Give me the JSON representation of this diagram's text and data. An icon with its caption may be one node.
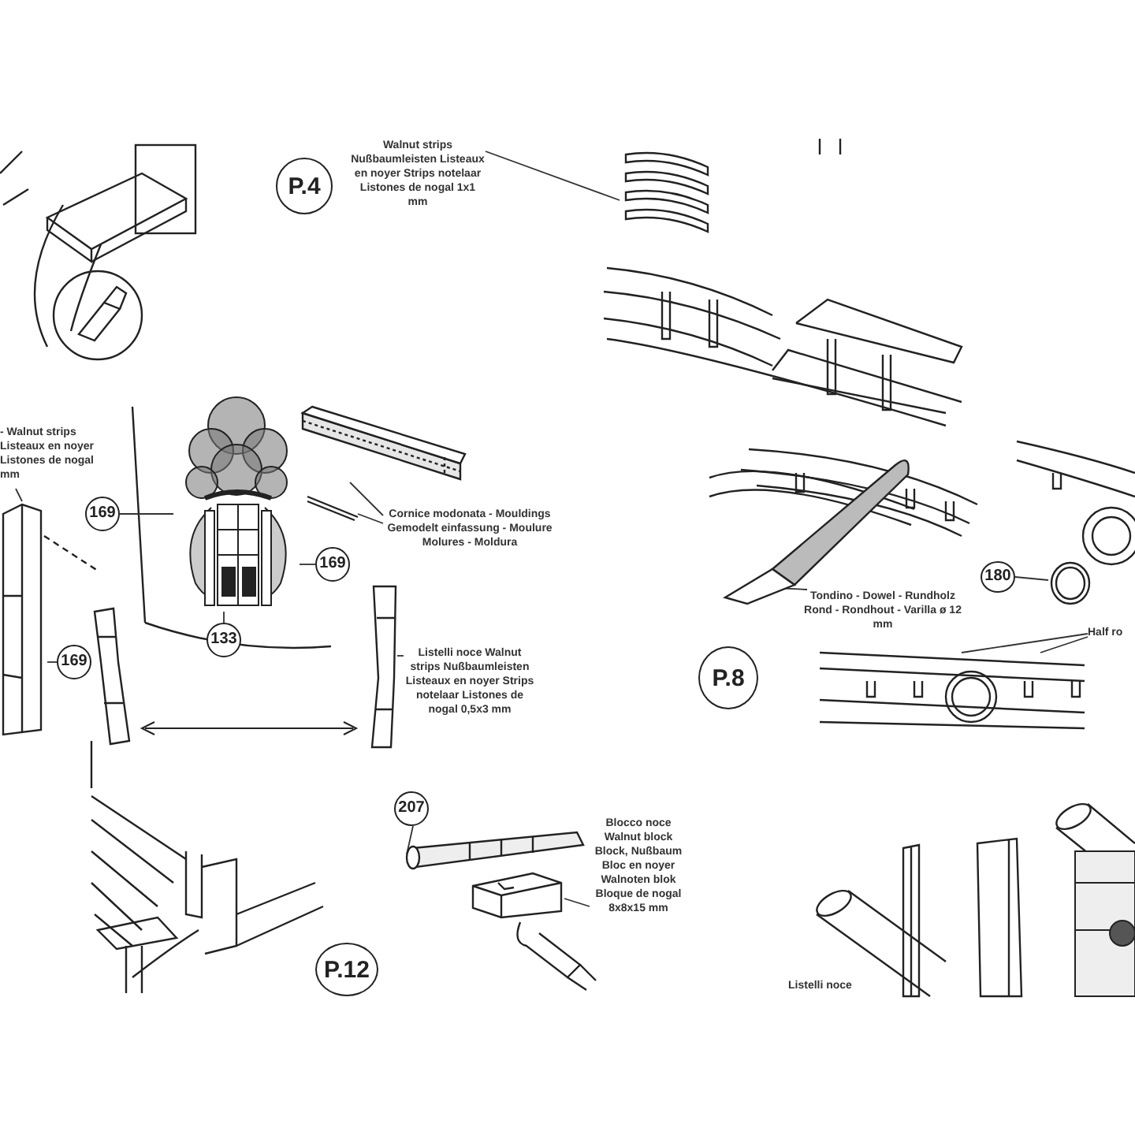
{
  "diagram": {
    "nodes": [
      {
        "text": [
          "P.4"
        ]
      },
      {
        "text": [
          "Walnut strips Nußbaumleisten Listeaux en noyer Strips notelaar Listones de nogal 1x1 mm"
        ]
      },
      {
        "text": [],
        "shape": "picture"
      },
      {
        "text": [
          "- Walnut strips Listeaux en noyer Listones de nogal mm"
        ]
      },
      {
        "text": [],
        "shape": "picture"
      },
      {
        "text": [
          "169"
        ]
      },
      {
        "text": [
          "169"
        ]
      },
      {
        "text": [],
        "shape": "picture"
      },
      {
        "text": [
          "133"
        ]
      },
      {
        "text": [
          "Cornice modonata - Mouldings Gemodelt einfassung - Moulure Molures - Moldura"
        ]
      },
      {
        "text": [],
        "shape": "picture"
      },
      {
        "text": [],
        "shape": "picture"
      },
      {
        "text": [
          "169"
        ]
      },
      {
        "text": [
          "Listelli noce Walnut strips Nußbaumleisten Listeaux en noyer Strips notelaar Listones de nogal 0,5x3 mm"
        ]
      },
      {
        "text": [],
        "shape": "picture"
      },
      {
        "text": [
          "Tondino - Dowel - Rundholz Rond - Rondhout - Varilla ø 12 mm"
        ]
      },
      {
        "text": [],
        "shape": "picture"
      },
      {
        "text": [
          "180"
        ]
      },
      {
        "text": [],
        "shape": "picture"
      },
      {
        "text": [
          "P.8"
        ]
      },
      {
        "text": [
          "Half ro"
        ]
      },
      {
        "text": [],
        "shape": "picture"
      },
      {
        "text": [
          "207"
        ]
      },
      {
        "text": [],
        "shape": "picture"
      },
      {
        "text": [
          "Blocco noce Walnut block Block, Nußbaum Bloc en noyer Walnoten blok Bloque de nogal 8x8x15 mm"
        ]
      },
      {
        "text": [],
        "shape": "picture"
      },
      {
        "text": [
          "P.12"
        ]
      }
    ],
    "edges": [
      {
        "from": 1,
        "to": 2,
        "arrow": "none"
      },
      {
        "from": 3,
        "to": 4,
        "arrow": "none"
      },
      {
        "from": 5,
        "to": 7,
        "arrow": "none"
      },
      {
        "from": 6,
        "to": 7,
        "arrow": "none"
      },
      {
        "from": 8,
        "to": 7,
        "arrow": "none"
      },
      {
        "from": 9,
        "to": 10,
        "arrow": "none"
      },
      {
        "from": 9,
        "to": 11,
        "arrow": "none"
      },
      {
        "from": 12,
        "to": 4,
        "arrow": "none"
      },
      {
        "from": 13,
        "to": 14,
        "arrow": "none"
      },
      {
        "from": 15,
        "to": 16,
        "arrow": "none"
      },
      {
        "from": 17,
        "to": 18,
        "arrow": "none"
      },
      {
        "from": 20,
        "to": 21,
        "arrow": "none"
      },
      {
        "from": 20,
        "to": 21,
        "arrow": "none"
      },
      {
        "from": 22,
        "to": 23,
        "arrow": "none"
      },
      {
        "from": 24,
        "to": 25,
        "arrow": "none"
      }
    ],
    "labels": [
      "Listelli noce"
    ]
  }
}
